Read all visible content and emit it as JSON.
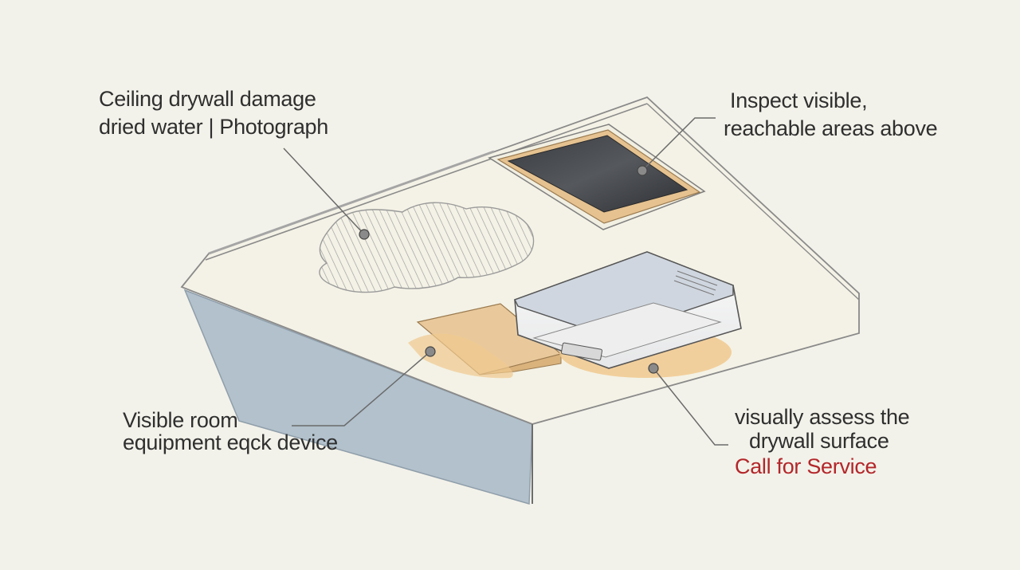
{
  "colors": {
    "background": "#f3f2ea",
    "ceiling": "#f4f2e6",
    "wall_shadow": "#b2c1cc",
    "wood": "#e5c290",
    "highlight": "#f0c98e",
    "ink": "#2f2f2f",
    "cta": "#b3262a"
  },
  "icons": {
    "callout_markers": "callout-dot-icon",
    "ceiling_device": "ceiling-device-icon"
  },
  "callouts": {
    "damage": {
      "lines": [
        "Ceiling drywall damage",
        "dried water | Photograph"
      ]
    },
    "inspect": {
      "lines": [
        "Inspect visible,",
        "reachable areas above"
      ]
    },
    "equipment": {
      "lines": [
        "Visible room",
        "equipment eqck device"
      ]
    },
    "assess": {
      "lines": [
        "visually assess the",
        "drywall surface"
      ],
      "cta": "Call for Service"
    }
  }
}
